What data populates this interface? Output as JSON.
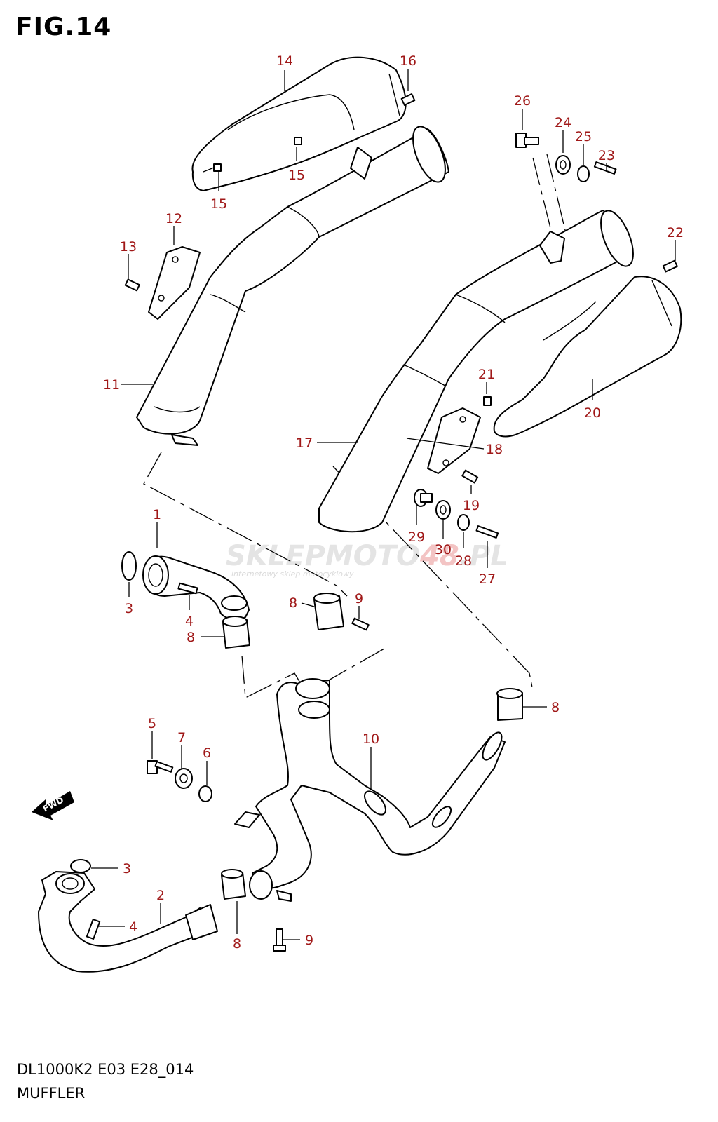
{
  "figure": {
    "title": "FIG.14"
  },
  "footer": {
    "model_code": "DL1000K2 E03 E28_014",
    "section_name": "MUFFLER"
  },
  "watermark": {
    "brand_gray": "SKLEPMOTO",
    "brand_red": "48",
    "suffix": ".PL",
    "tagline": "internetowy sklep motocyklowy"
  },
  "fwd_marker": {
    "text": "FWD"
  },
  "callouts": [
    {
      "id": "c14",
      "label": "14"
    },
    {
      "id": "c16",
      "label": "16"
    },
    {
      "id": "c15a",
      "label": "15"
    },
    {
      "id": "c15b",
      "label": "15"
    },
    {
      "id": "c12",
      "label": "12"
    },
    {
      "id": "c13",
      "label": "13"
    },
    {
      "id": "c11",
      "label": "11"
    },
    {
      "id": "c26",
      "label": "26"
    },
    {
      "id": "c24",
      "label": "24"
    },
    {
      "id": "c25",
      "label": "25"
    },
    {
      "id": "c23",
      "label": "23"
    },
    {
      "id": "c22",
      "label": "22"
    },
    {
      "id": "c21",
      "label": "21"
    },
    {
      "id": "c20",
      "label": "20"
    },
    {
      "id": "c17",
      "label": "17"
    },
    {
      "id": "c18",
      "label": "18"
    },
    {
      "id": "c19",
      "label": "19"
    },
    {
      "id": "c29",
      "label": "29"
    },
    {
      "id": "c30",
      "label": "30"
    },
    {
      "id": "c28",
      "label": "28"
    },
    {
      "id": "c27",
      "label": "27"
    },
    {
      "id": "c1",
      "label": "1"
    },
    {
      "id": "c3a",
      "label": "3"
    },
    {
      "id": "c4a",
      "label": "4"
    },
    {
      "id": "c8a",
      "label": "8"
    },
    {
      "id": "c8b",
      "label": "8"
    },
    {
      "id": "c9a",
      "label": "9"
    },
    {
      "id": "c8c",
      "label": "8"
    },
    {
      "id": "c10",
      "label": "10"
    },
    {
      "id": "c5",
      "label": "5"
    },
    {
      "id": "c7",
      "label": "7"
    },
    {
      "id": "c6",
      "label": "6"
    },
    {
      "id": "c3b",
      "label": "3"
    },
    {
      "id": "c2",
      "label": "2"
    },
    {
      "id": "c4b",
      "label": "4"
    },
    {
      "id": "c8d",
      "label": "8"
    },
    {
      "id": "c9b",
      "label": "9"
    }
  ]
}
